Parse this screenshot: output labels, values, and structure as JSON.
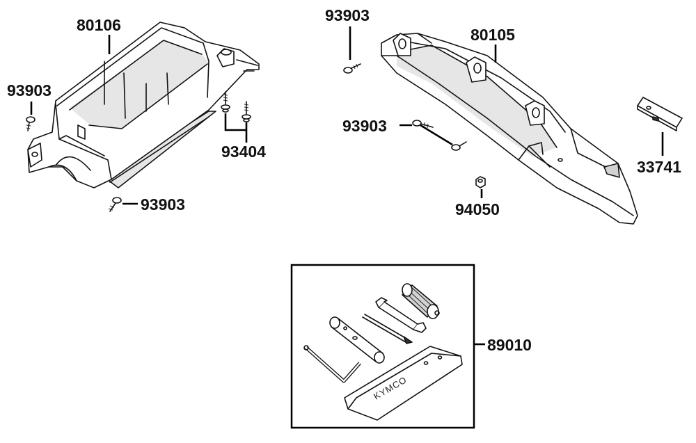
{
  "labels": {
    "under_seat_box": "80106",
    "screw_box_left": "93903",
    "screw_box_bottom": "93903",
    "bolt_pair": "93404",
    "screw_top": "93903",
    "rear_fender": "80105",
    "screw_fender": "93903",
    "nut": "94050",
    "reflector": "33741",
    "tool_kit": "89010"
  },
  "tool_kit": {
    "brand_text": "KYMCO"
  }
}
